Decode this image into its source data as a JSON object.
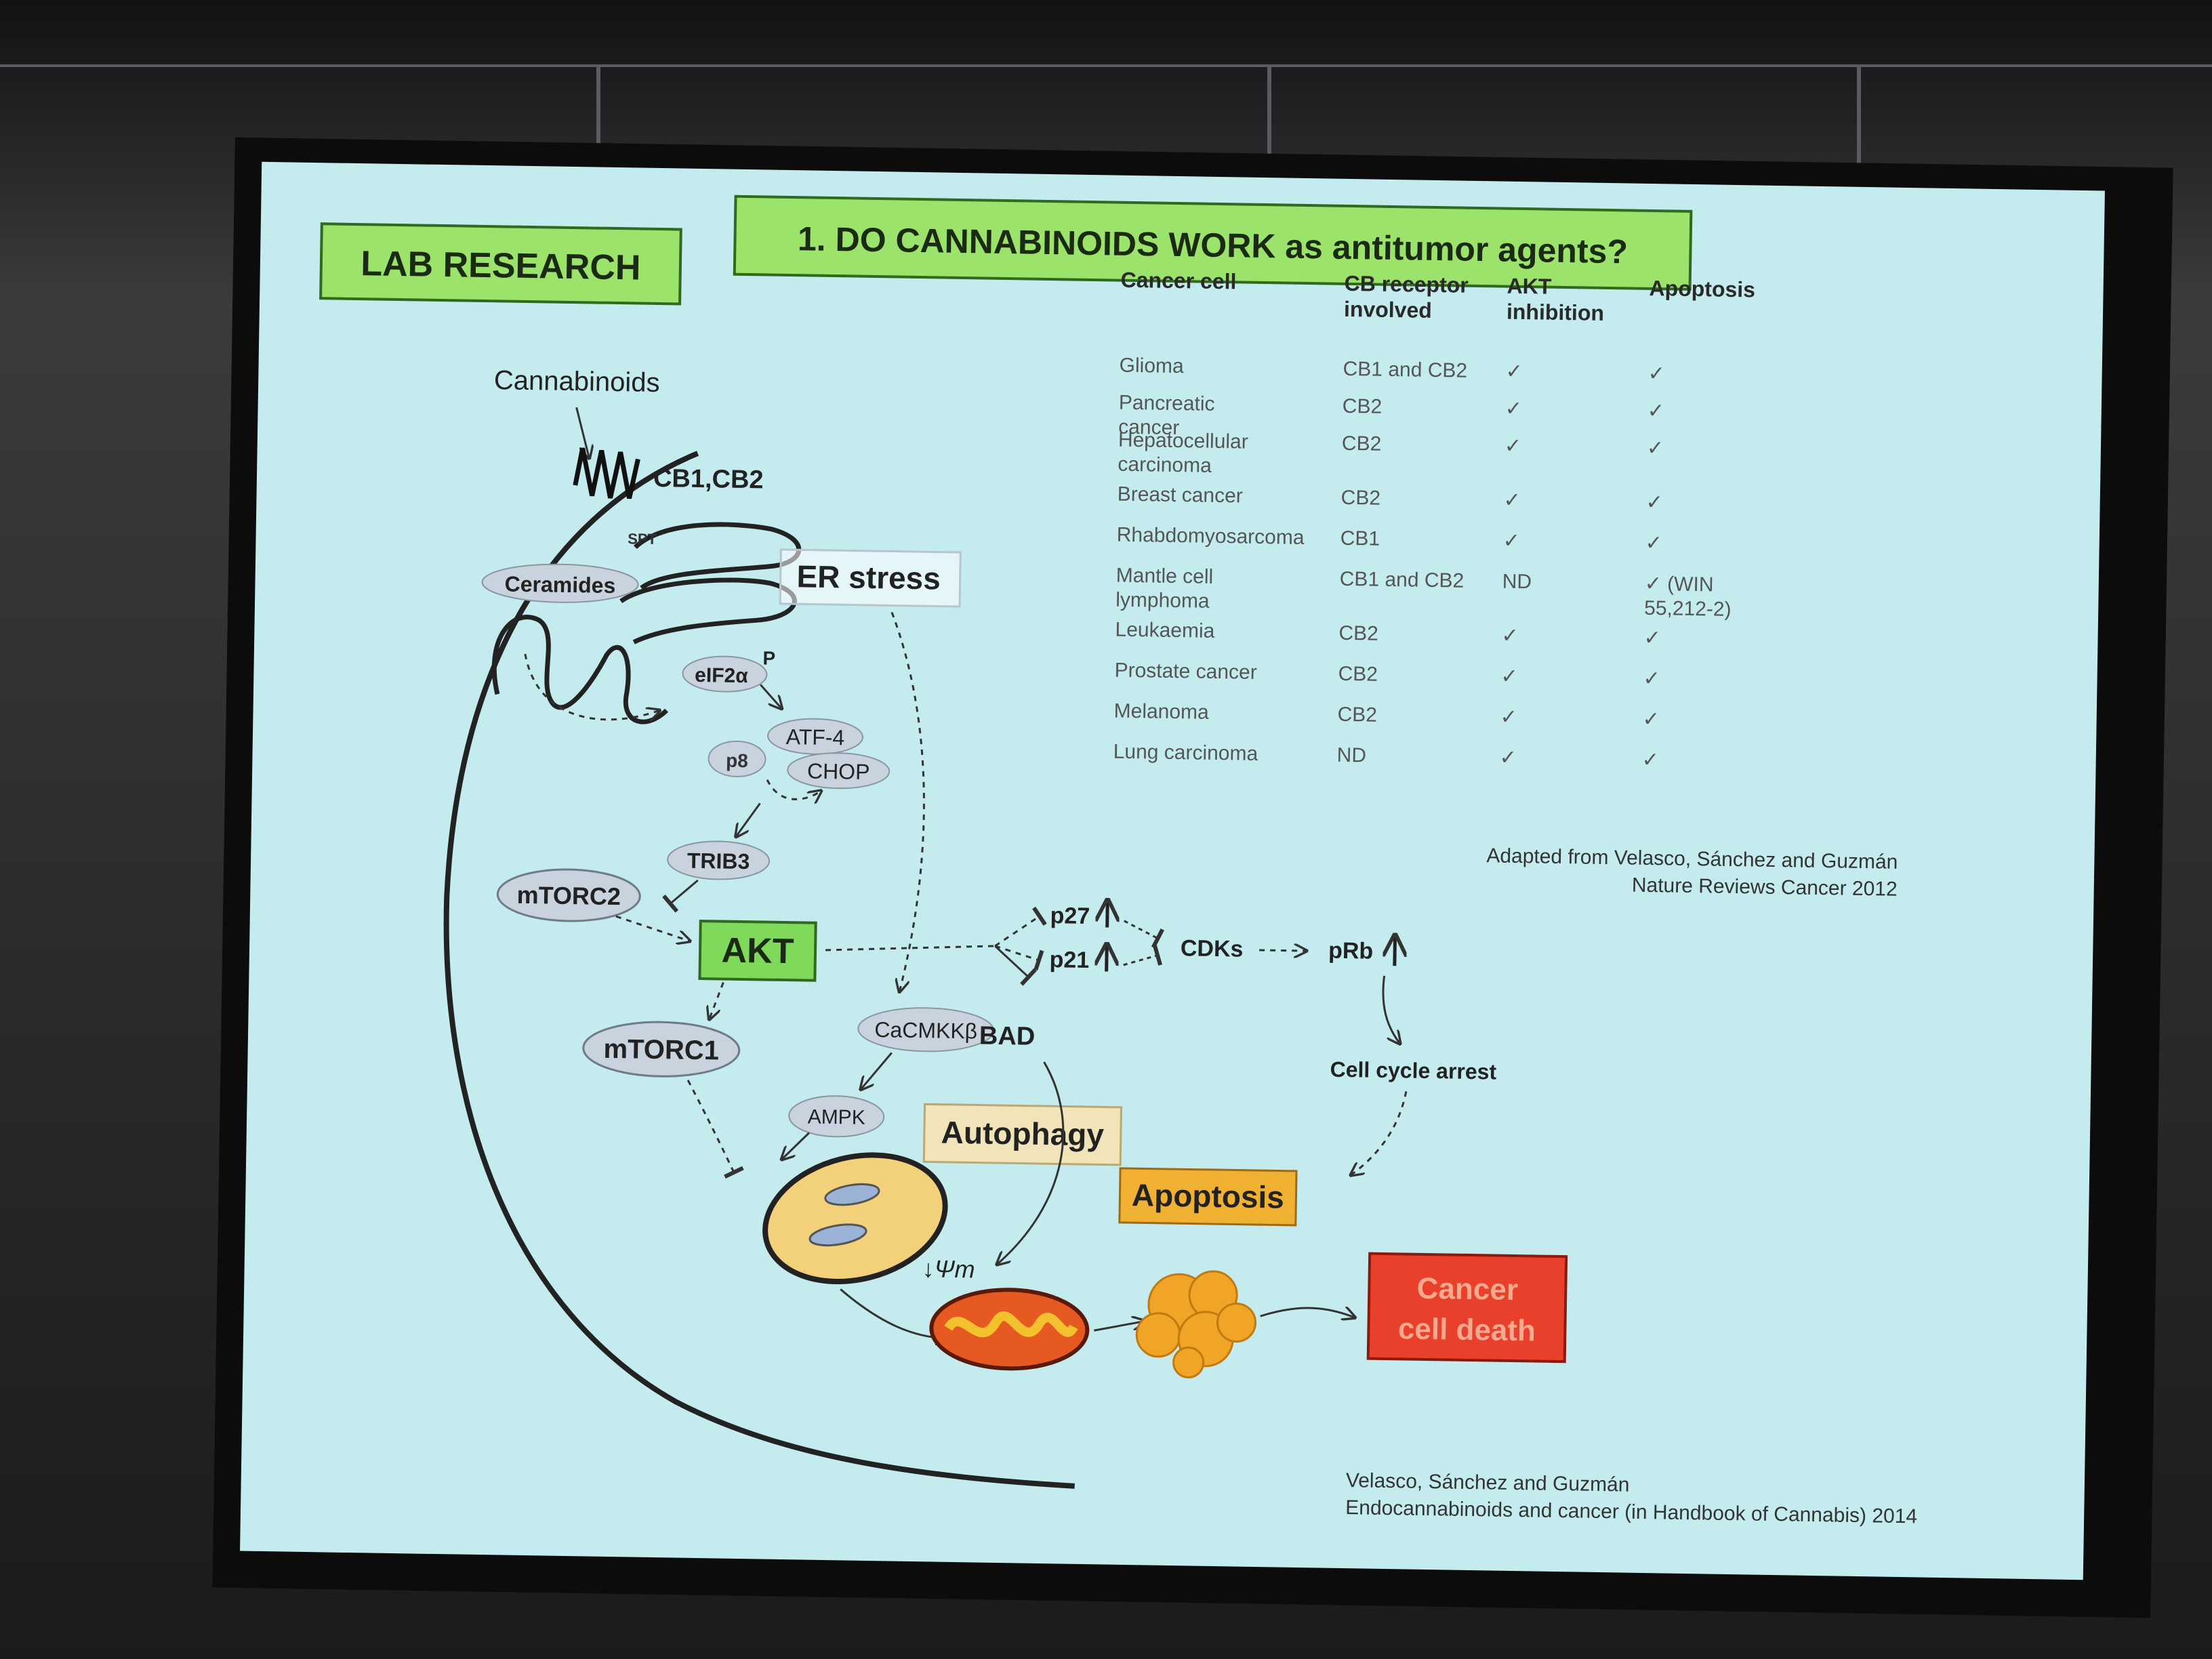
{
  "slide": {
    "lab_label": "LAB RESEARCH",
    "title": "1. DO CANNABINOIDS WORK as antitumor agents?"
  },
  "pathway": {
    "cannabinoids": "Cannabinoids",
    "receptor": "CB1,CB2",
    "spt": "SPT",
    "ceramides": "Ceramides",
    "er_stress": "ER stress",
    "eif2a": "eIF2α",
    "phospho": "P",
    "p8": "p8",
    "atf4": "ATF-4",
    "chop": "CHOP",
    "trib3": "TRIB3",
    "mtorc2": "mTORC2",
    "akt": "AKT",
    "mtorc1": "mTORC1",
    "cacmkkb": "CaCMKKβ",
    "ampk": "AMPK",
    "autophagy": "Autophagy",
    "p27": "p27",
    "p21": "p21",
    "bad": "BAD",
    "cdks": "CDKs",
    "prb": "pRb",
    "cell_cycle_arrest": "Cell cycle arrest",
    "apoptosis": "Apoptosis",
    "cancer_death_line1": "Cancer",
    "cancer_death_line2": "cell death",
    "delta_psi": "↓Ψm"
  },
  "table": {
    "headers": [
      "Cancer cell",
      "CB receptor involved",
      "AKT inhibition",
      "Apoptosis"
    ],
    "rows": [
      [
        "Glioma",
        "CB1 and CB2",
        "✓",
        "✓"
      ],
      [
        "Pancreatic cancer",
        "CB2",
        "✓",
        "✓"
      ],
      [
        "Hepatocellular carcinoma",
        "CB2",
        "✓",
        "✓"
      ],
      [
        "Breast cancer",
        "CB2",
        "✓",
        "✓"
      ],
      [
        "Rhabdomyosarcoma",
        "CB1",
        "✓",
        "✓"
      ],
      [
        "Mantle cell lymphoma",
        "CB1 and CB2",
        "ND",
        "✓ (WIN 55,212-2)"
      ],
      [
        "Leukaemia",
        "CB2",
        "✓",
        "✓"
      ],
      [
        "Prostate cancer",
        "CB2",
        "✓",
        "✓"
      ],
      [
        "Melanoma",
        "CB2",
        "✓",
        "✓"
      ],
      [
        "Lung carcinoma",
        "ND",
        "✓",
        "✓"
      ]
    ],
    "citation_line1": "Adapted from Velasco, Sánchez and Guzmán",
    "citation_line2": "Nature Reviews Cancer 2012"
  },
  "footer": {
    "citation_line1": "Velasco, Sánchez and Guzmán",
    "citation_line2": "Endocannabinoids and cancer (in Handbook of Cannabis) 2014"
  },
  "colors": {
    "slide_bg": "#c4ecef",
    "green_box": "#9be36a",
    "akt_box": "#7fd95a",
    "beige_box": "#f0e4b8",
    "orange_box": "#f0b133",
    "red_box": "#e8402a",
    "oval": "#c9d3de"
  }
}
